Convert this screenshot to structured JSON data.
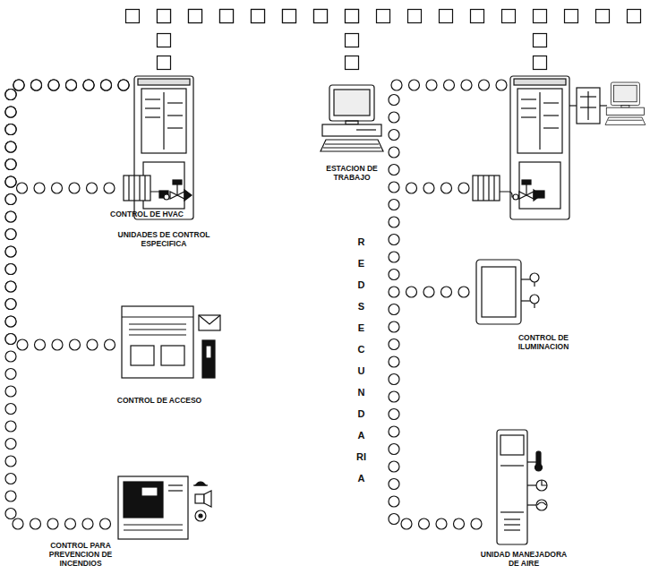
{
  "diagram": {
    "nodes": [
      {
        "text": [
          "UNIDADES DE CONTROL ESPECIFICA"
        ]
      },
      {
        "text": [
          "ESTACION DE TRABAJO"
        ]
      },
      {
        "text": [
          "CONTROL DE HVAC"
        ]
      },
      {
        "text": [
          "CONTROL DE ACCESO"
        ]
      },
      {
        "text": [
          "CONTROL PARA PREVENCION DE INCENDIOS"
        ]
      },
      {
        "text": [
          "CONTROL DE ILUMINACION"
        ]
      },
      {
        "text": [
          "UNIDAD MANEJADORA DE AIRE"
        ]
      }
    ],
    "edges": [
      {
        "from": 0,
        "to": 1,
        "arrow": "none"
      },
      {
        "from": 0,
        "to": 2,
        "arrow": "none"
      },
      {
        "from": 0,
        "to": 3,
        "arrow": "none"
      },
      {
        "from": 0,
        "to": 4,
        "arrow": "none"
      }
    ],
    "labels": [
      "RED SECUNDARIA"
    ]
  }
}
